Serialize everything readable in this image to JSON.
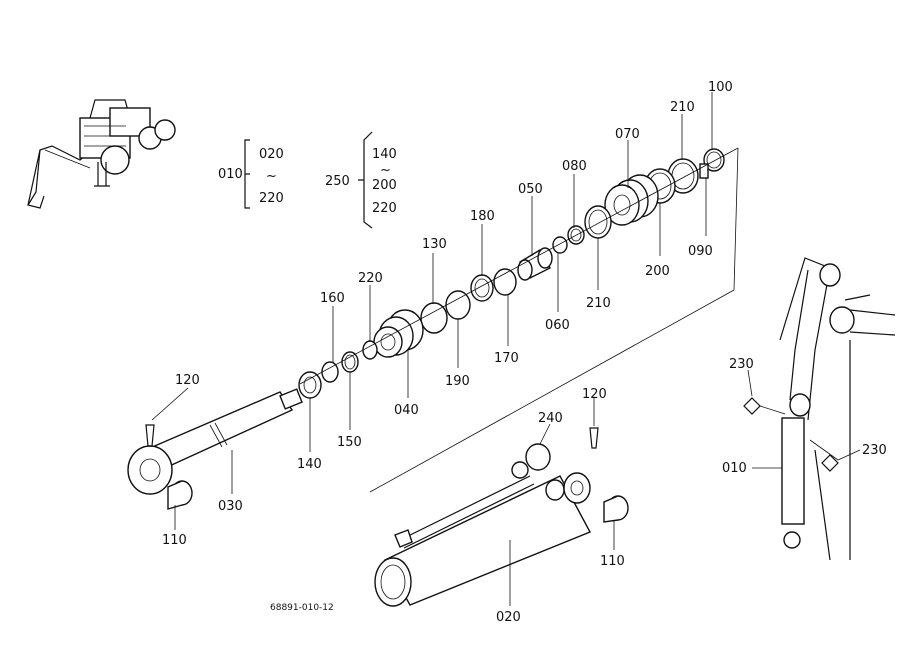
{
  "labels": {
    "group_010": {
      "main": "010",
      "start": "020",
      "tilde": "~",
      "end": "220"
    },
    "group_250": {
      "main": "250",
      "start": "140",
      "tilde": "~",
      "mid": "200",
      "end": "220"
    },
    "p100": "100",
    "p210a": "210",
    "p070": "070",
    "p080": "080",
    "p050": "050",
    "p180": "180",
    "p130": "130",
    "p220": "220",
    "p160": "160",
    "p090": "090",
    "p200": "200",
    "p210b": "210",
    "p060": "060",
    "p170": "170",
    "p190": "190",
    "p040": "040",
    "p150": "150",
    "p140": "140",
    "p120a": "120",
    "p030": "030",
    "p110a": "110",
    "p240": "240",
    "p120b": "120",
    "p110b": "110",
    "p020": "020",
    "p230a": "230",
    "p010": "010",
    "p230b": "230"
  },
  "drawing_number": "68891-010-12",
  "colors": {
    "ink": "#111111",
    "paper": "#ffffff"
  }
}
